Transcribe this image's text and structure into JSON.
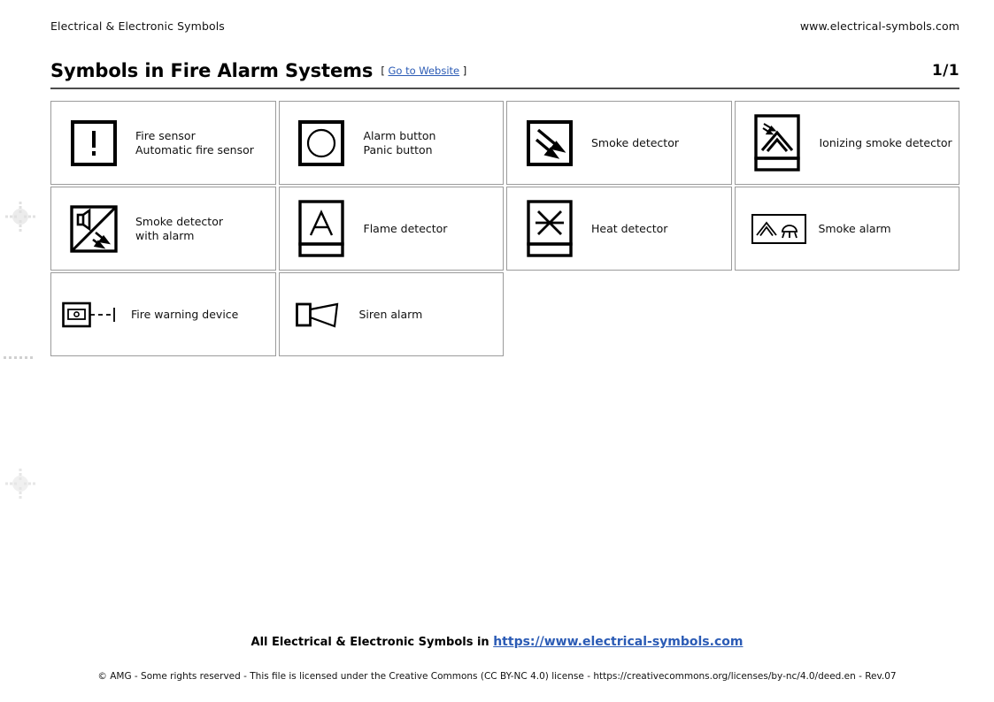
{
  "header": {
    "left_text": "Electrical & Electronic Symbols",
    "right_text": "www.electrical-symbols.com",
    "title": "Symbols in Fire Alarm Systems",
    "link_open_bracket": "[",
    "link_label": "Go to Website",
    "link_close_bracket": "]",
    "page_number": "1/1"
  },
  "cards": [
    {
      "icon": "fire-sensor-icon",
      "label": "Fire sensor\nAutomatic fire sensor"
    },
    {
      "icon": "alarm-button-icon",
      "label": "Alarm button\nPanic button"
    },
    {
      "icon": "smoke-detector-icon",
      "label": "Smoke detector"
    },
    {
      "icon": "ionizing-smoke-detector-icon",
      "label": "Ionizing smoke detector"
    },
    {
      "icon": "smoke-detector-with-alarm-icon",
      "label": "Smoke detector\nwith alarm"
    },
    {
      "icon": "flame-detector-icon",
      "label": "Flame detector"
    },
    {
      "icon": "heat-detector-icon",
      "label": "Heat detector"
    },
    {
      "icon": "smoke-alarm-icon",
      "label": "Smoke alarm"
    },
    {
      "icon": "fire-warning-device-icon",
      "label": "Fire warning device"
    },
    {
      "icon": "siren-alarm-icon",
      "label": "Siren alarm"
    }
  ],
  "footer": {
    "line1_lead": "All Electrical & Electronic Symbols in ",
    "line1_link": "https://www.electrical-symbols.com",
    "line2": "© AMG - Some rights reserved - This file is licensed under the Creative Commons (CC BY-NC 4.0) license - https://creativecommons.org/licenses/by-nc/4.0/deed.en - Rev.07"
  },
  "colors": {
    "link": "#2b5bb5",
    "card_border": "#9b9b9b",
    "rule": "#4d4d4d",
    "symbol_stroke": "#000000",
    "regmark": "#cccccc"
  }
}
